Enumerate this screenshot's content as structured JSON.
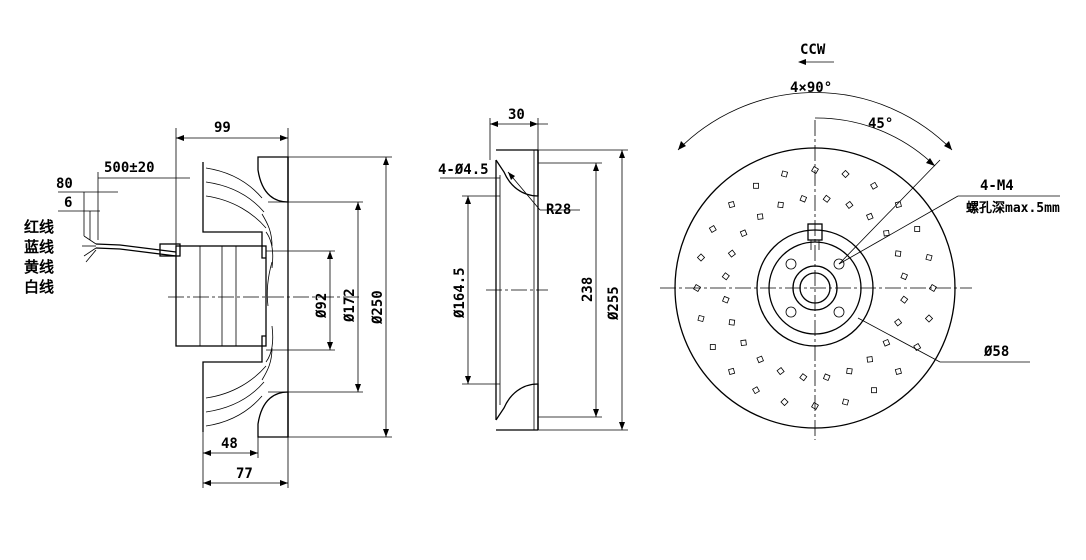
{
  "side_view": {
    "dim_width_total": "99",
    "dim_cable_length": "500±20",
    "dim_strip_80": "80",
    "dim_strip_6": "6",
    "wires": [
      "红线",
      "蓝线",
      "黄线",
      "白线"
    ],
    "dim_d92": "Ø92",
    "dim_d172": "Ø172",
    "dim_d250": "Ø250",
    "dim_48": "48",
    "dim_77": "77"
  },
  "section_view": {
    "dim_30": "30",
    "holes": "4-Ø4.5",
    "radius": "R28",
    "dim_d164": "Ø164.5",
    "dim_238": "238",
    "dim_d255": "Ø255"
  },
  "front_view": {
    "rotation": "CCW",
    "pattern": "4×90°",
    "angle": "45°",
    "threads": "4-M4",
    "thread_depth": "螺孔深max.5mm",
    "dim_d58": "Ø58"
  }
}
